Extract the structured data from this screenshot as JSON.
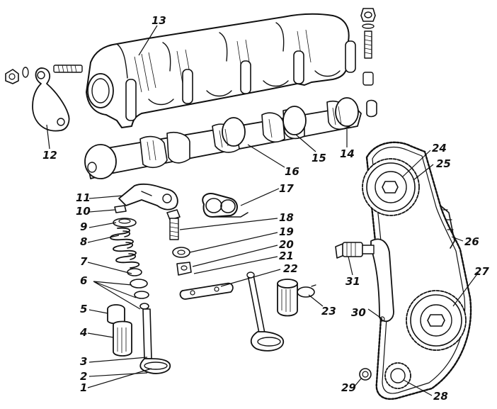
{
  "diagram": {
    "callouts": [
      "1",
      "2",
      "3",
      "4",
      "5",
      "6",
      "7",
      "8",
      "9",
      "10",
      "11",
      "12",
      "13",
      "14",
      "15",
      "16",
      "17",
      "18",
      "19",
      "20",
      "21",
      "22",
      "23",
      "24",
      "25",
      "26",
      "27",
      "28",
      "29",
      "30",
      "31"
    ]
  },
  "colors": {
    "ink": "#111111",
    "paper": "#ffffff"
  }
}
